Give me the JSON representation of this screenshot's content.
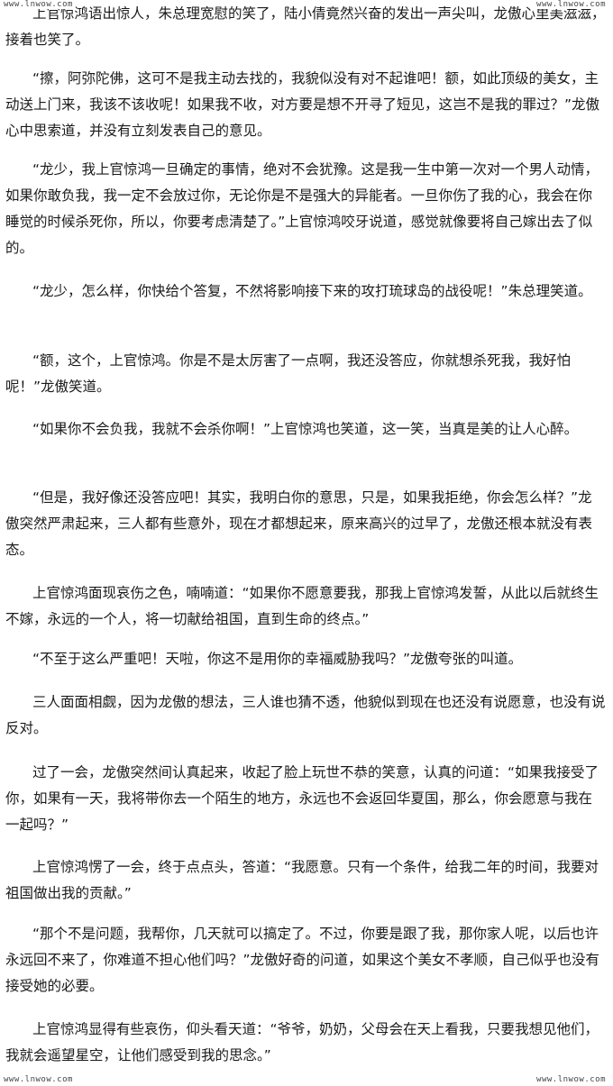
{
  "watermarks": {
    "top_left": "www.lnwow.com",
    "top_right": "www.lnwow.com",
    "bottom_left": "www.lnwow.com",
    "bottom_right": "www.lnwow.com"
  },
  "paragraphs": [
    "上官惊鸿语出惊人，朱总理宽慰的笑了，陆小倩竟然兴奋的发出一声尖叫，龙傲心里美滋滋，接着也笑了。",
    "“擦，阿弥陀佛，这可不是我主动去找的，我貌似没有对不起谁吧！额，如此顶级的美女，主动送上门来，我该不该收呢！如果我不收，对方要是想不开寻了短见，这岂不是我的罪过？”龙傲心中思索道，并没有立刻发表自己的意见。",
    "“龙少，我上官惊鸿一旦确定的事情，绝对不会犹豫。这是我一生中第一次对一个男人动情，如果你敢负我，我一定不会放过你，无论你是不是强大的异能者。一旦你伤了我的心，我会在你睡觉的时候杀死你，所以，你要考虑清楚了。”上官惊鸿咬牙说道，感觉就像要将自己嫁出去了似的。",
    "“龙少，怎么样，你快给个答复，不然将影响接下来的攻打琉球岛的战役呢！”朱总理笑道。",
    "“额，这个，上官惊鸿。你是不是太厉害了一点啊，我还没答应，你就想杀死我，我好怕呢！”龙傲笑道。",
    "“如果你不会负我，我就不会杀你啊！”上官惊鸿也笑道，这一笑，当真是美的让人心醉。",
    "“但是，我好像还没答应吧！其实，我明白你的意思，只是，如果我拒绝，你会怎么样？”龙傲突然严肃起来，三人都有些意外，现在才都想起来，原来高兴的过早了，龙傲还根本就没有表态。",
    "上官惊鸿面现哀伤之色，喃喃道：“如果你不愿意要我，那我上官惊鸿发誓，从此以后就终生不嫁，永远的一个人，将一切献给祖国，直到生命的终点。”",
    "“不至于这么严重吧！天啦，你这不是用你的幸福威胁我吗？”龙傲夸张的叫道。",
    "三人面面相觑，因为龙傲的想法，三人谁也猜不透，他貌似到现在也还没有说愿意，也没有说反对。",
    "过了一会，龙傲突然间认真起来，收起了脸上玩世不恭的笑意，认真的问道：“如果我接受了你，如果有一天，我将带你去一个陌生的地方，永远也不会返回华夏国，那么，你会愿意与我在一起吗？”",
    "上官惊鸿愣了一会，终于点点头，答道：“我愿意。只有一个条件，给我二年的时间，我要对祖国做出我的贡献。”",
    "“那个不是问题，我帮你，几天就可以搞定了。不过，你要是跟了我，那你家人呢，以后也许永远回不来了，你难道不担心他们吗？”龙傲好奇的问道，如果这个美女不孝顺，自己似乎也没有接受她的必要。",
    "上官惊鸿显得有些哀伤，仰头看天道：“爷爷，奶奶，父母会在天上看我，只要我想见他们，我就会遥望星空，让他们感受到我的思念。”"
  ]
}
